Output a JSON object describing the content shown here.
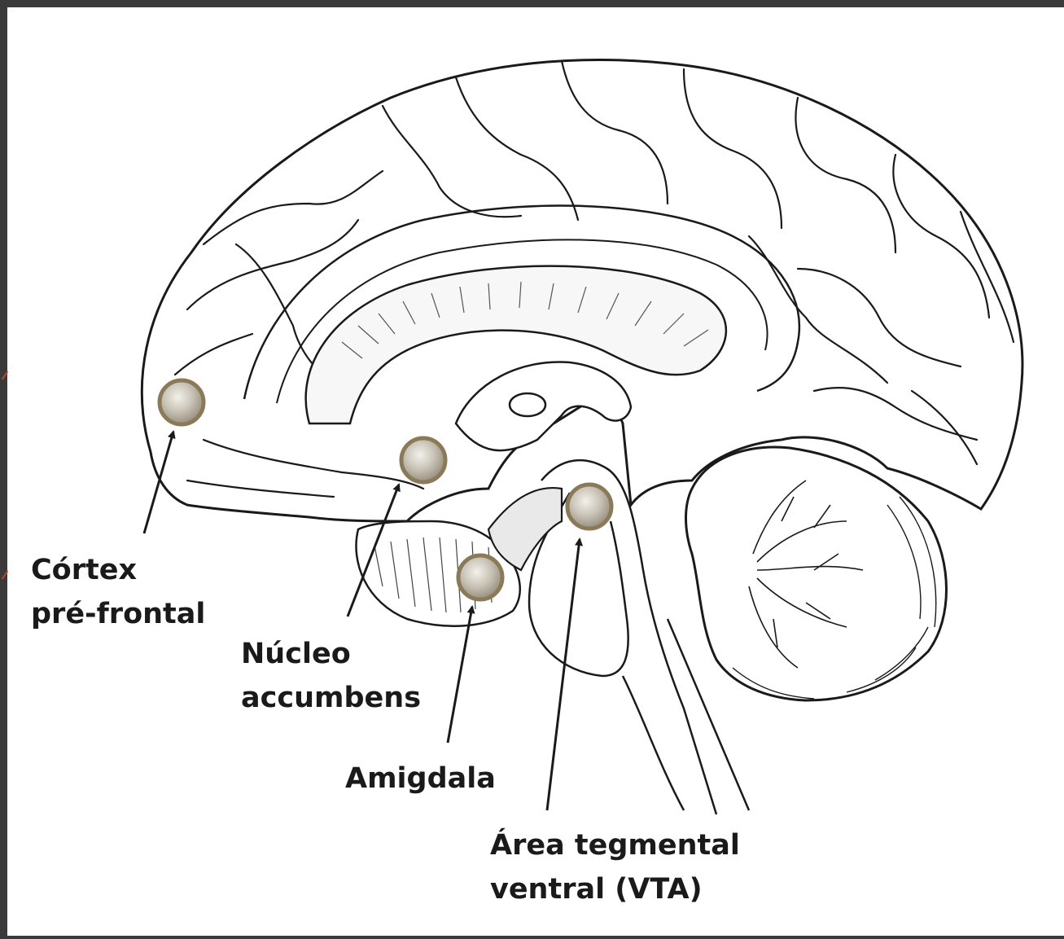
{
  "colors": {
    "background": "#3a3a3a",
    "canvas": "#ffffff",
    "line": "#1a1a1a",
    "marker_ring": "#8a7a57",
    "marker_fill": "#b9b3a6",
    "marker_highlight": "#f3f1ec",
    "accent": "#b5462c"
  },
  "labels": {
    "cortex": {
      "line1": "Córtex",
      "line2": "pré-frontal"
    },
    "nucleus": {
      "line1": "Núcleo",
      "line2": "accumbens"
    },
    "amygdala": {
      "line1": "Amigdala"
    },
    "vta": {
      "line1": "Área tegmental",
      "line2": "ventral (VTA)"
    }
  },
  "markers": [
    "cortex",
    "nucleus",
    "amygdala",
    "vta"
  ]
}
